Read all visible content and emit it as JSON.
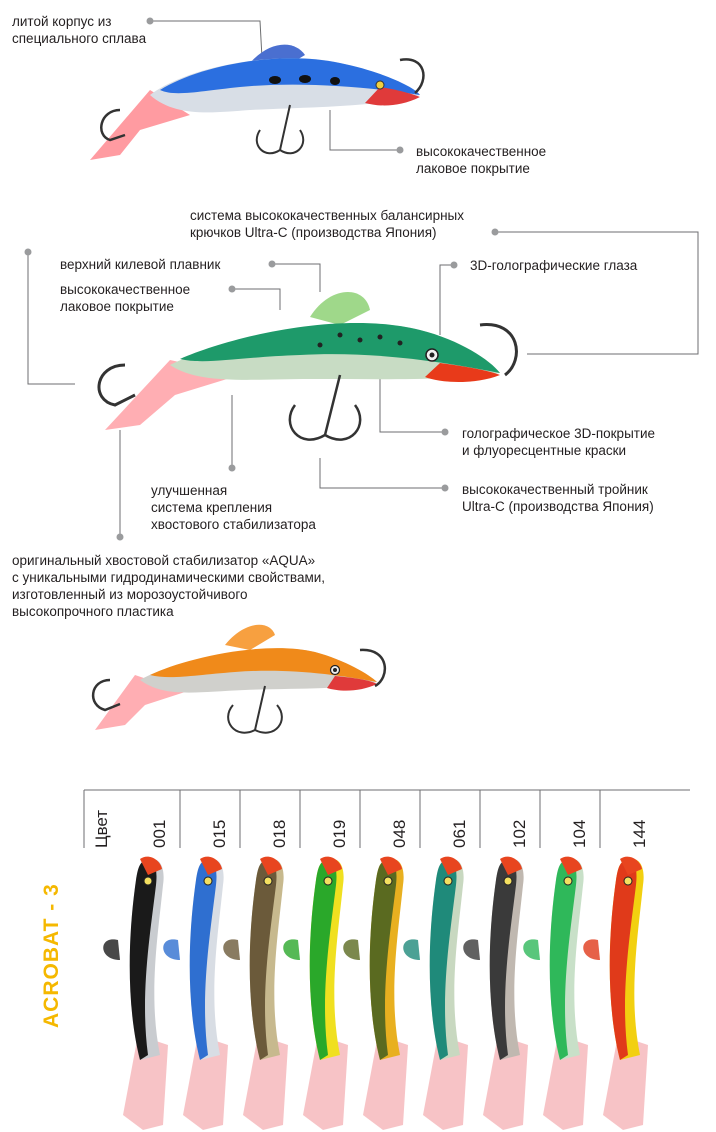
{
  "callouts": {
    "body": [
      "литой корпус из",
      "специального сплава"
    ],
    "coating_top": [
      "высококачественное",
      "лаковое покрытие"
    ],
    "hooks_system": [
      "система высококачественных балансирных",
      "крючков Ultra-C (производства Япония)"
    ],
    "keel_fin": [
      "верхний килевой плавник"
    ],
    "coating_mid": [
      "высококачественное",
      "лаковое покрытие"
    ],
    "eyes": [
      "3D-голографические глаза"
    ],
    "holo_coating": [
      "голографическое 3D-покрытие",
      "и флуоресцентные краски"
    ],
    "treble": [
      "высококачественный тройник",
      "Ultra-C (производства Япония)"
    ],
    "tail_mount": [
      "улучшенная",
      "система крепления",
      "хвостового стабилизатора"
    ],
    "tail_stabilizer": [
      "оригинальный хвостовой стабилизатор «AQUA»",
      "с уникальными гидродинамическими свойствами,",
      "изготовленный из морозоустойчивого",
      "высокопрочного пластика"
    ]
  },
  "color_table": {
    "header": "Цвет",
    "codes": [
      "001",
      "015",
      "018",
      "019",
      "048",
      "061",
      "102",
      "104",
      "144"
    ],
    "series_name": "ACROBAT - 3",
    "lure_colors": [
      {
        "back": "#1a1a1a",
        "side": "#c9ccd0"
      },
      {
        "back": "#2f6fd0",
        "side": "#d8dde4"
      },
      {
        "back": "#6b5a3a",
        "side": "#c7b98e"
      },
      {
        "back": "#2aa82a",
        "side": "#f0e020"
      },
      {
        "back": "#5a6a20",
        "side": "#e8b020"
      },
      {
        "back": "#1f8a7a",
        "side": "#c8d8c0"
      },
      {
        "back": "#3a3a3a",
        "side": "#c0b8b0"
      },
      {
        "back": "#2fb85a",
        "side": "#c8e0c8"
      },
      {
        "back": "#e03a1a",
        "side": "#f2d010"
      }
    ]
  },
  "lure_top": {
    "back": "#2b6fe0",
    "side": "#d8dee6"
  },
  "lure_mid": {
    "back": "#1e9a6a",
    "side": "#c8dcc4"
  },
  "lure_bottom": {
    "back": "#f08a1a",
    "side": "#d0d0cc"
  }
}
